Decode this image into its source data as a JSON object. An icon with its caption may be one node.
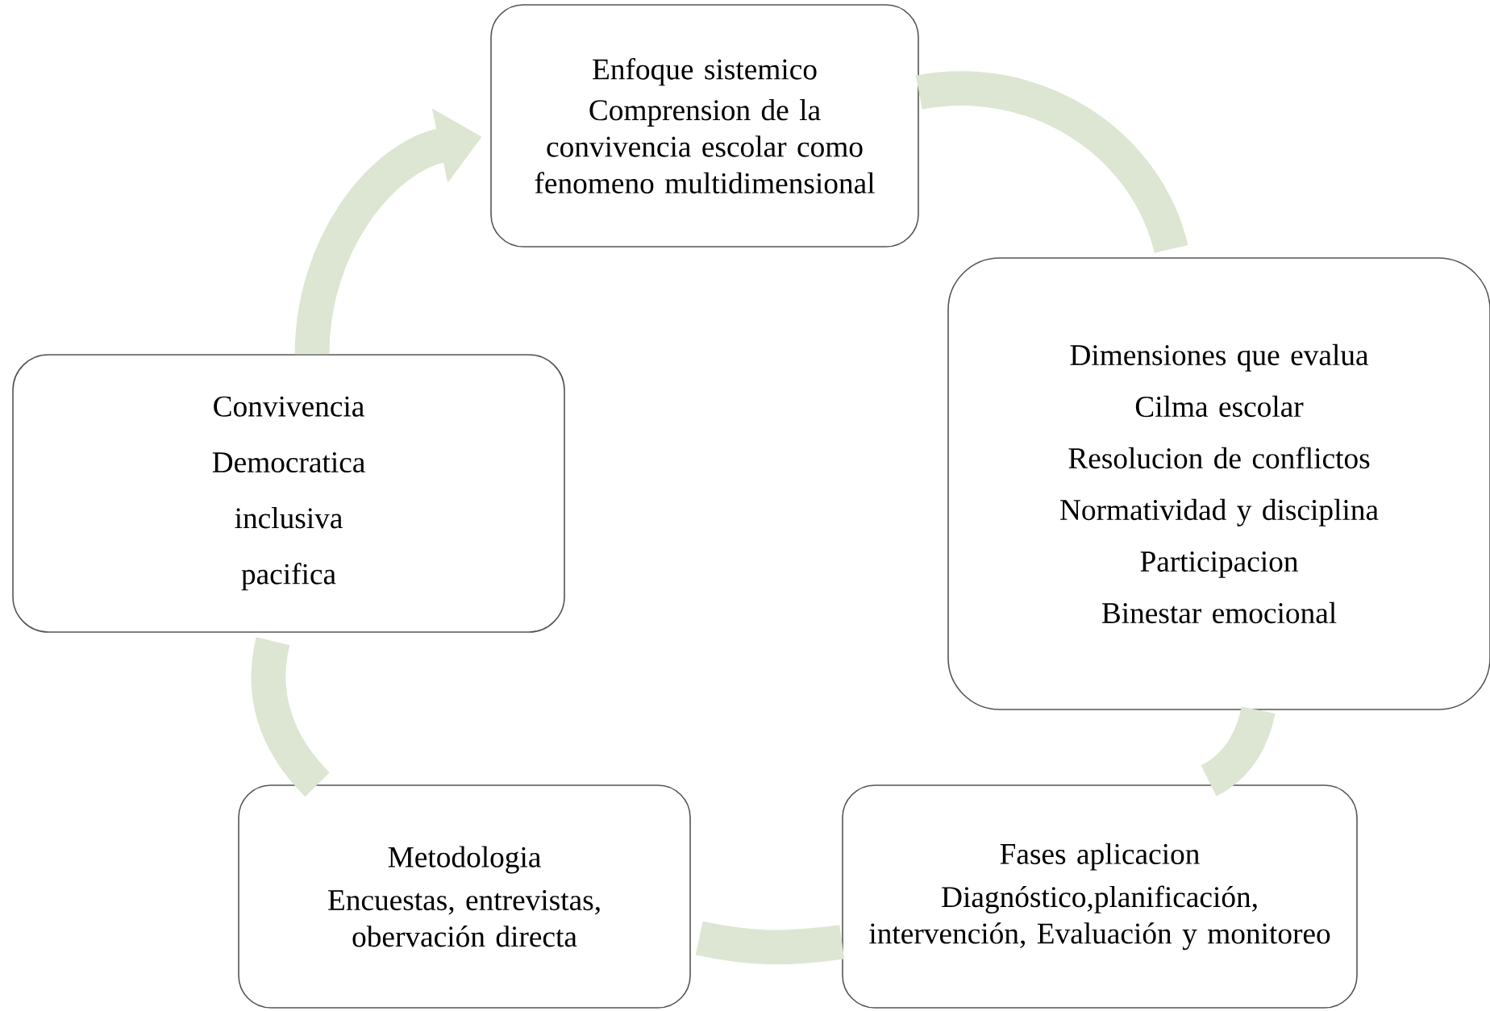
{
  "diagram": {
    "nodes": [
      {
        "text": [
          "Enfoque sistemico",
          "Comprension de la convivencia escolar como fenomeno multidimensional"
        ]
      },
      {
        "text": [
          "Dimensiones que evalua",
          "Cilma escolar",
          "Resolucion de conflictos",
          "Normatividad y disciplina",
          "Participacion",
          "Binestar emocional"
        ]
      },
      {
        "text": [
          "Fases aplicacion",
          "Diagnóstico,planificación, intervención, Evaluación y monitoreo"
        ]
      },
      {
        "text": [
          "Metodologia",
          "Encuestas, entrevistas, obervación directa"
        ]
      },
      {
        "text": [
          "Convivencia",
          "Democratica",
          "inclusiva",
          "pacifica"
        ]
      }
    ],
    "edges": [
      {
        "from": 0,
        "to": 1,
        "arrow": "none"
      },
      {
        "from": 1,
        "to": 2,
        "arrow": "none"
      },
      {
        "from": 2,
        "to": 3,
        "arrow": "none"
      },
      {
        "from": 3,
        "to": 4,
        "arrow": "none"
      },
      {
        "from": 4,
        "to": 0,
        "arrow": "to"
      }
    ]
  }
}
